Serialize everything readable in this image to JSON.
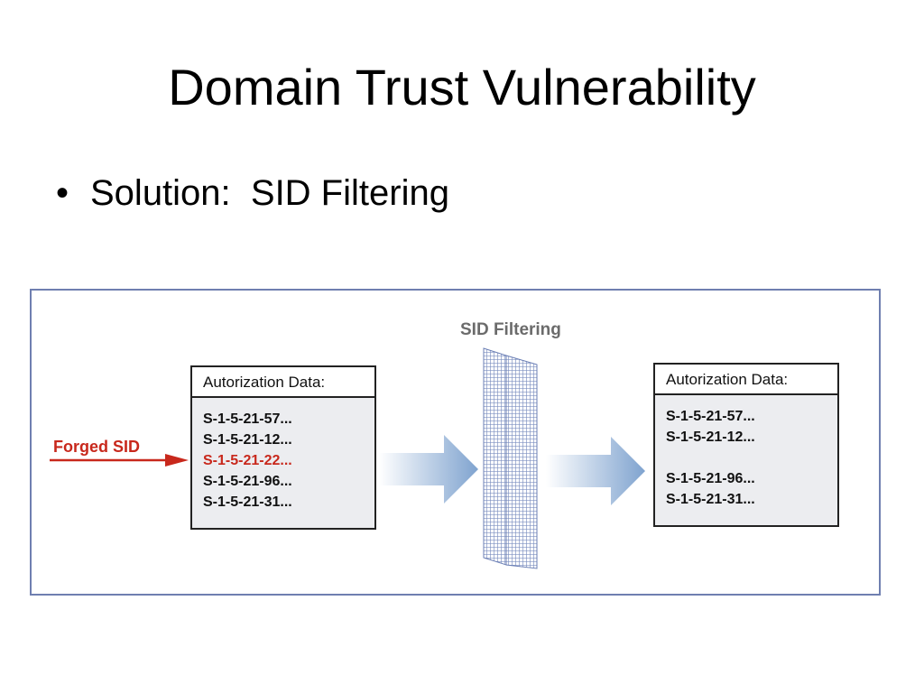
{
  "slide": {
    "title": "Domain Trust Vulnerability",
    "bullet": "Solution:  SID Filtering",
    "bullet_marker": "•"
  },
  "diagram": {
    "filter_label": "SID Filtering",
    "forged_label": "Forged SID",
    "colors": {
      "forged": "#c8281c",
      "arrow": "#7fa3cf",
      "filter_mesh": "#7c8fc0",
      "border": "#6f7fb0"
    },
    "left_box": {
      "header": "Autorization Data:",
      "sids": [
        "S-1-5-21-57...",
        "S-1-5-21-12...",
        "S-1-5-21-22...",
        "S-1-5-21-96...",
        "S-1-5-21-31..."
      ],
      "forged_index": 2
    },
    "right_box": {
      "header": "Autorization Data:",
      "sids": [
        "S-1-5-21-57...",
        "S-1-5-21-12...",
        "",
        "S-1-5-21-96...",
        "S-1-5-21-31..."
      ]
    }
  }
}
